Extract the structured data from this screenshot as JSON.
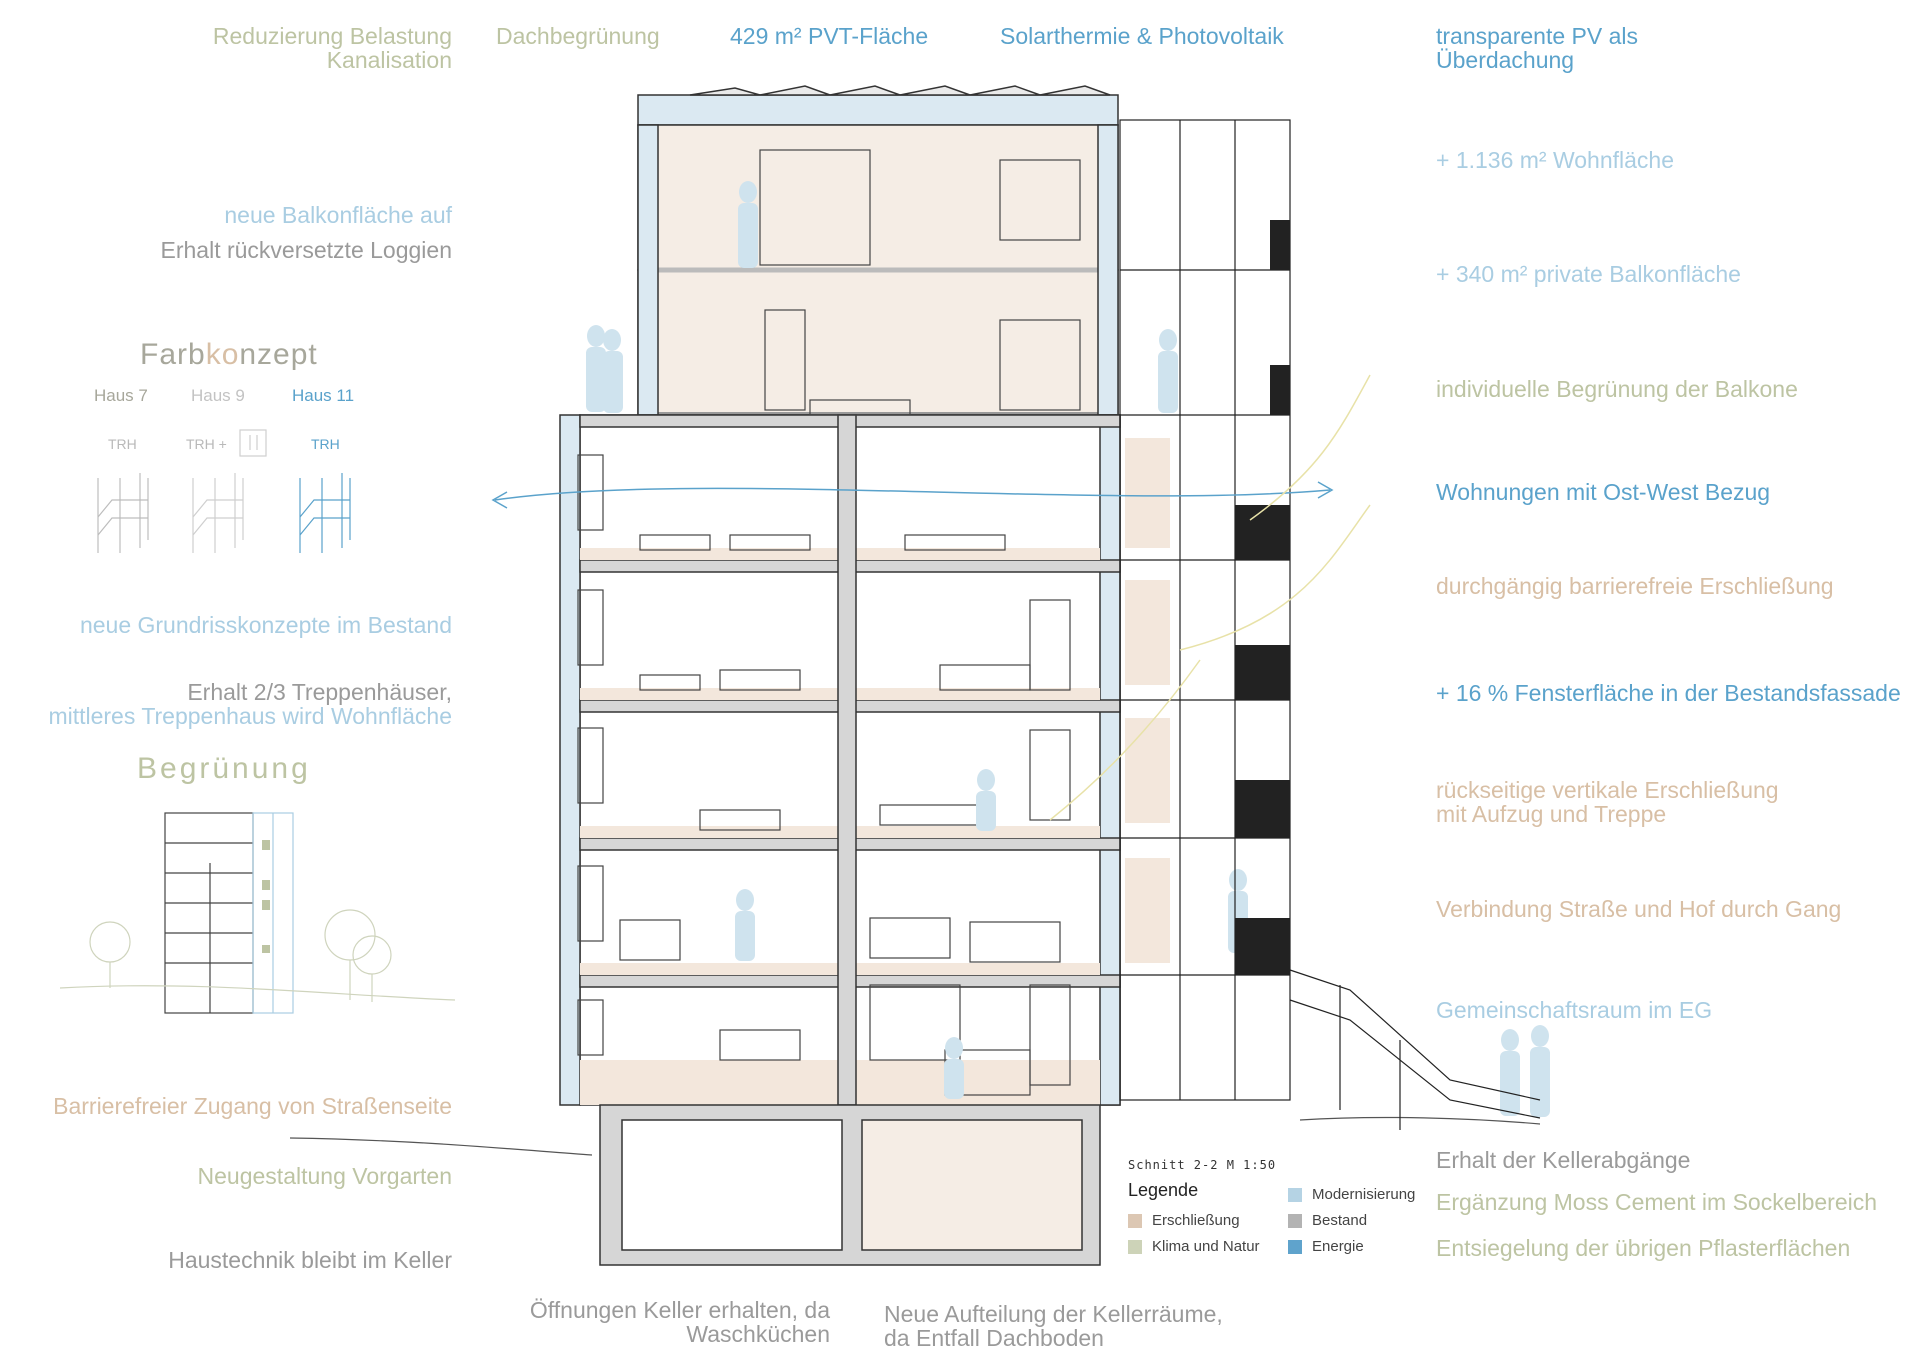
{
  "top_labels": {
    "reduzierung": "Reduzierung Belastung\nKanalisation",
    "dachbegruenung": "Dachbegrünung",
    "pvt": "429 m² PVT-Fläche",
    "solarthermie": "Solarthermie & Photovoltaik",
    "transparente_pv": "transparente PV als\nÜberdachung"
  },
  "left_labels": {
    "neue_balkonflaeche": "neue Balkonfläche auf",
    "erhalt_loggien": "Erhalt rückversetzte Loggien",
    "grundrisskonzepte": "neue Grundrisskonzepte im Bestand",
    "treppenhaeuser_1": "Erhalt 2/3 Treppenhäuser,",
    "treppenhaeuser_2": "mittleres Treppenhaus wird Wohnfläche",
    "barrierefrei": "Barrierefreier Zugang von Straßenseite",
    "vorgarten": "Neugestaltung Vorgarten",
    "haustechnik": "Haustechnik bleibt im Keller"
  },
  "farbkonzept": {
    "title_a": "Farb",
    "title_b": "ko",
    "title_c": "nzept",
    "houses": [
      "Haus 7",
      "Haus 9",
      "Haus 11"
    ],
    "trh": [
      "TRH",
      "TRH +",
      "TRH"
    ]
  },
  "begruenung_title": "Begrünung",
  "right_labels": {
    "wohnflaeche": "+ 1.136 m² Wohnfläche",
    "balkonflaeche": "+ 340 m² private Balkonfläche",
    "individuelle": "individuelle Begrünung der Balkone",
    "ost_west": "Wohnungen mit Ost-West Bezug",
    "barrierefreie_erschliessung": "durchgängig barrierefreie Erschließung",
    "fensterflaeche": "+ 16 % Fensterfläche in der Bestandsfassade",
    "rueckseitige_1": "rückseitige vertikale Erschließung",
    "rueckseitige_2": "mit Aufzug und Treppe",
    "verbindung": "Verbindung Straße und Hof durch Gang",
    "gemeinschaftsraum": "Gemeinschaftsraum im EG",
    "kellerabgaenge": "Erhalt der Kellerabgänge",
    "moss_cement": "Ergänzung Moss Cement im Sockelbereich",
    "entsiegelung": "Entsiegelung der übrigen Pflasterflächen"
  },
  "bottom_labels": {
    "oeffnungen_1": "Öffnungen Keller erhalten, da",
    "oeffnungen_2": "Waschküchen",
    "aufteilung_1": "Neue Aufteilung der Kellerräume,",
    "aufteilung_2": "da Entfall Dachboden"
  },
  "legend": {
    "subtitle": "Schnitt 2-2 M 1:50",
    "title": "Legende",
    "items": [
      {
        "label": "Erschließung",
        "color": "#dcc7b3"
      },
      {
        "label": "Klima und Natur",
        "color": "#cdd3b8"
      },
      {
        "label": "Modernisierung",
        "color": "#b5d3e4"
      },
      {
        "label": "Bestand",
        "color": "#b3b3b3"
      },
      {
        "label": "Energie",
        "color": "#5fa3cc"
      }
    ]
  },
  "colors": {
    "green": "#bdc4a3",
    "blue": "#5aa2cb",
    "light_blue": "#a9cde2",
    "peach": "#d8bfa5",
    "grey": "#9a9a9a"
  }
}
